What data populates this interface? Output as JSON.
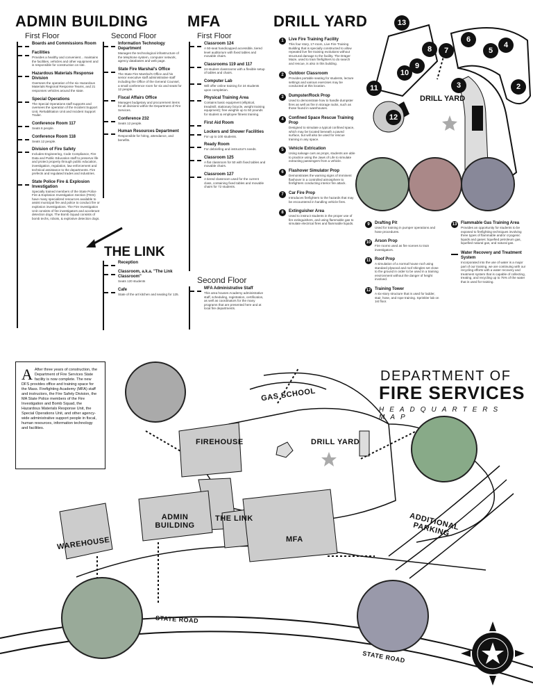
{
  "admin": {
    "title": "ADMIN BUILDING",
    "first_floor": "First Floor",
    "second_floor": "Second Floor",
    "first": [
      {
        "name": "Boards and Commissions Room",
        "desc": ""
      },
      {
        "name": "Facilities",
        "desc": "Provides a healthy and convenient... maintains the facilities, vehicles and other equipment and is responsible for construction on site."
      },
      {
        "name": "Hazardous Materials Response Division",
        "desc": "Oversees the operation of the six Hazardous Materials Regional Response Teams, and 21 responses vehicles around the state."
      },
      {
        "name": "Special Operations",
        "desc": "The Special Operations staff supports and oversees the operation of the Incident Support Unit, Rehabilitation Unit and Incident Support Trailer."
      },
      {
        "name": "Conference Room 117",
        "desc": "Seats 6 people."
      },
      {
        "name": "Conference Room 118",
        "desc": "Seats 12 people."
      },
      {
        "name": "Division of Fire Safety",
        "desc": "Includes Engineering, Code Compliance, Fire Data and Public Education staff to preserve life and protect property through public education, investigation, regulation, law enforcement and technical assistance to the departments. Fire prefects and regulated trades and industries."
      },
      {
        "name": "State Police Fire & Explosion Investigation",
        "desc": "Specially trained members of the State Police Fire & Explosion Investigation Section (FEIS) have many specialized resources available to assist municipal fire and police to conduct fire or explosion investigations. The Fire Investigation Unit consists of fire investigators and accelerant detection dogs. The Bomb Squad consists of bomb techs, robots, & explosive detection dogs."
      }
    ],
    "second": [
      {
        "name": "Information Technology Department",
        "desc": "Manages the technological infrastructure of the telephone system, computer network, agency databases and web page."
      },
      {
        "name": "State Fire Marshal's Office",
        "desc": "The State Fire Marshal's Office and his senior executive staff administrative staff including the Office of the General Counsel, a small conference room for six and seats for 12 people."
      },
      {
        "name": "Fiscal Affairs Office",
        "desc": "Manages budgetary and procurement items for all divisions within the Department of Fire Services."
      },
      {
        "name": "Conference 232",
        "desc": "Seats 12 people."
      },
      {
        "name": "Human Resources Department",
        "desc": "Responsible for hiring, attendance, and benefits."
      }
    ],
    "link": [
      {
        "name": "Reception",
        "desc": ""
      },
      {
        "name": "Classroom, a.k.a. \"The Link Classroom\"",
        "desc": "Seats 120 students"
      },
      {
        "name": "Cafe",
        "desc": "State of the art kitchen and seating for 125."
      }
    ],
    "link_label": "THE LINK"
  },
  "mfa": {
    "title": "MFA",
    "first_floor": "First Floor",
    "second_floor": "Second Floor",
    "first": [
      {
        "name": "Classroom 124",
        "desc": "A 50-seat handicapped accessible, tiered level auditorium with fixed tables and movable chairs."
      },
      {
        "name": "Classrooms 119 and 117",
        "desc": "24-student classrooms with a flexible setup of tables and chairs."
      },
      {
        "name": "Computer Lab",
        "desc": "Will offer online training for 24 students upon completion."
      },
      {
        "name": "Physical Training Area",
        "desc": "Contains basic equipment (elliptical, treadmill, stationary bicycle, weight training equipment); free weights up to 50 pounds for student & employee fitness training."
      },
      {
        "name": "First Aid Room",
        "desc": ""
      },
      {
        "name": "Lockers and Shower Facilities",
        "desc": "For up to 100 students."
      },
      {
        "name": "Ready Room",
        "desc": "For debriefing and instructor's needs."
      },
      {
        "name": "Classroom 125",
        "desc": "A flat classroom for 50 with fixed tables and movable chairs."
      },
      {
        "name": "Classroom 127",
        "desc": "A tiered classroom used for the current class, containing fixed tables and movable chairs for 72 students."
      }
    ],
    "second": [
      {
        "name": "MFA Administrative Staff",
        "desc": "This area houses Academy administrative staff, scheduling, registration, certification, as well as coordinators for the many programs that are presented here and at local fire departments."
      }
    ]
  },
  "drill": {
    "title": "DRILL YARD",
    "items": [
      {
        "n": "1",
        "name": "Live Fire Training Facility",
        "desc": "This four story, 17-room, Live Fire Training Building that is specially constructed to allow repeated live fire training evolutions without structural damage to the facility. The Dräger Maze, used to train firefighters to do search and rescue, is also in this building."
      },
      {
        "n": "2",
        "name": "Outdoor Classroom",
        "desc": "Provides portable seating for students, lecture settings and various exercises may be conducted at this location."
      },
      {
        "n": "3",
        "name": "Dumpster/Rock Prop",
        "desc": "Used to demonstrate how to handle dumpster fires as well as fire in storage racks, such as those found in warehouses."
      },
      {
        "n": "4",
        "name": "Confined Space Rescue Training Prop",
        "desc": "Designed to simulate a typical confined space, which may be located beneath a paved surface, but will also be used for rescue training in any space."
      },
      {
        "n": "5",
        "name": "Vehicle Extrication",
        "desc": "Using salvage cars as props, students are able to practice using the Jaws of Life to simulate extracting passengers from a vehicle."
      },
      {
        "n": "6",
        "name": "Flashover Simulator Prop",
        "desc": "Demonstrates the warning signs of imminent flashover in a controlled atmosphere to firefighters conducting interior fire attack."
      },
      {
        "n": "7",
        "name": "Car Fire Prop",
        "desc": "Introduces firefighters to the hazards that may be encountered in handling vehicle fires."
      },
      {
        "n": "8",
        "name": "Extinguisher Area",
        "desc": "Used to instruct students in the proper use of fire extinguishers, and using flammable gas to simulate electrical fires and flammable liquids."
      },
      {
        "n": "9",
        "name": "Drafting Pit",
        "desc": "Used for training in pumper operations and hose procedures."
      },
      {
        "n": "10",
        "name": "Arson Prop",
        "desc": "Fire rooms used as fire scenes to train investigators."
      },
      {
        "n": "11",
        "name": "Roof Prop",
        "desc": "A simulation of a normal house roof using standard plywood and roof shingles set close to the ground in order to be used in a training environment without the danger of height involved."
      },
      {
        "n": "12",
        "name": "Training Tower",
        "desc": "A six-story structure that is used for ladder, stair, hose, and rope training. Sprinkler lab on 1st floor."
      },
      {
        "n": "13",
        "name": "Flammable Gas Training Area",
        "desc": "Provides an opportunity for students to be exposed to firefighting techniques involving three types of flammable and/or cryogenic liquids and gases: liquefied petroleum gas, liquefied natural gas, and natural gas."
      },
      {
        "n": "",
        "name": "Water Recovery and Treatment System",
        "desc": "Incorporated into the use of water is a major part of our training, we are continuing with our recycling efforts with a water recovery and treatment system that is capable of collecting, treating, and recycling up to 75% of the water that is used for training."
      }
    ],
    "map_label": "DRILL YARD"
  },
  "intro": "After three years of construction, the Department of Fire Services State facility is now complete. The new DFS provides office and training space for the Mass. Firefighting Academy (MFA) staff and instructors, the Fire Safety Division, the MA State Police members of the Fire Investigation and Bomb Squad, the Hazardous Materials Response Unit, the Special Operations Unit, and other agency-wide administrative support people in fiscal, human resources, information technology and facilities.",
  "header": {
    "line1": "DEPARTMENT OF",
    "line2": "FIRE SERVICES",
    "line3": "HEADQUARTERS MAP"
  },
  "map": {
    "gas_school": "GAS SCHOOL",
    "firehouse": "FIREHOUSE",
    "drill_yard": "DRILL YARD",
    "admin": "ADMIN BUILDING",
    "link": "THE LINK",
    "mfa": "MFA",
    "warehouse": "WAREHOUSE",
    "parking": "ADDITIONAL PARKING",
    "road1": "STATE ROAD",
    "road2": "STATE ROAD"
  }
}
